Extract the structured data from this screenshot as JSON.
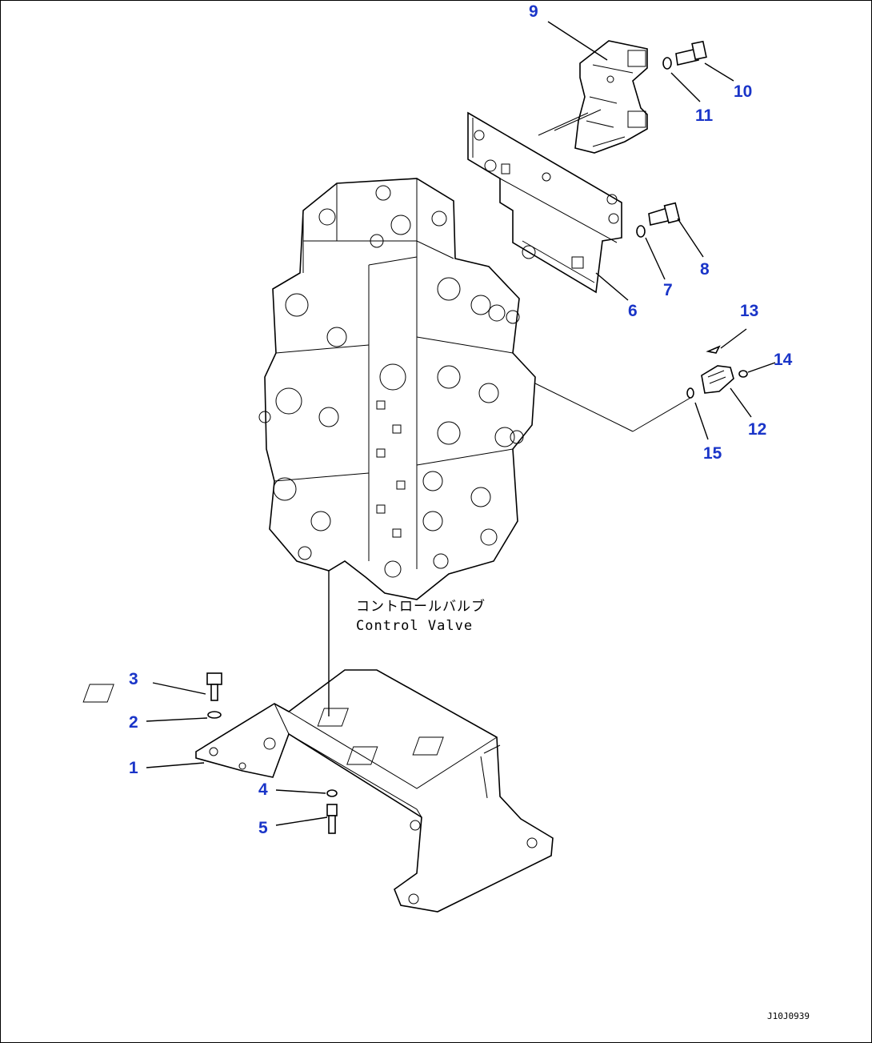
{
  "diagram": {
    "callouts": [
      {
        "id": "1",
        "label": "1"
      },
      {
        "id": "2",
        "label": "2"
      },
      {
        "id": "3",
        "label": "3"
      },
      {
        "id": "4",
        "label": "4"
      },
      {
        "id": "5",
        "label": "5"
      },
      {
        "id": "6",
        "label": "6"
      },
      {
        "id": "7",
        "label": "7"
      },
      {
        "id": "8",
        "label": "8"
      },
      {
        "id": "9",
        "label": "9"
      },
      {
        "id": "10",
        "label": "10"
      },
      {
        "id": "11",
        "label": "11"
      },
      {
        "id": "12",
        "label": "12"
      },
      {
        "id": "13",
        "label": "13"
      },
      {
        "id": "14",
        "label": "14"
      },
      {
        "id": "15",
        "label": "15"
      }
    ],
    "caption_jp": "コントロールバルブ",
    "caption_en": "Control Valve",
    "drawing_code": "J10J0939",
    "colors": {
      "callout": "#1a35c8",
      "line": "#000000"
    }
  }
}
